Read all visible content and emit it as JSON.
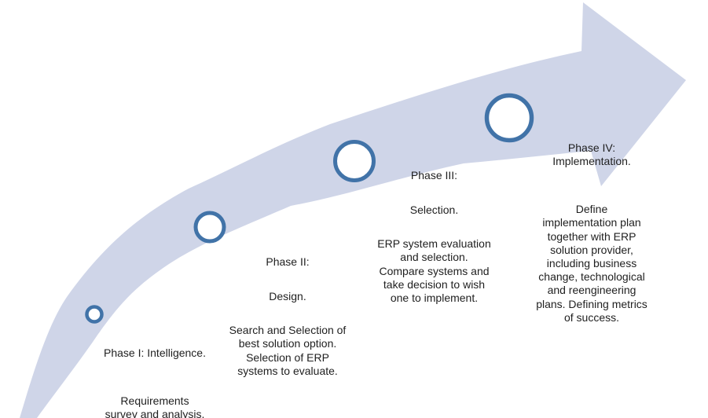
{
  "canvas": {
    "background": "#ffffff",
    "text_color": "#1f1f1f"
  },
  "arrow": {
    "name": "curved-swoosh-arrow",
    "fill": "#cfd5e8"
  },
  "markers": {
    "name": "milestone-ring",
    "stroke": "#4173a8",
    "fill": "#ffffff"
  },
  "phases": [
    {
      "heading": "Phase I: Intelligence.",
      "subheading": "",
      "body": "Requirements\nsurvey and analysis."
    },
    {
      "heading": "Phase II:",
      "subheading": "Design.",
      "body": "Search and Selection of\nbest solution option.\nSelection of ERP\nsystems to evaluate."
    },
    {
      "heading": "Phase III:",
      "subheading": "Selection.",
      "body": "ERP system evaluation\nand selection.\nCompare systems and\ntake decision to wish\none to implement."
    },
    {
      "heading": "Phase IV:\nImplementation.",
      "subheading": "",
      "body": "Define\nimplementation plan\ntogether with ERP\nsolution provider,\nincluding business\nchange, technological\nand reengineering\nplans. Defining metrics\nof success."
    }
  ]
}
